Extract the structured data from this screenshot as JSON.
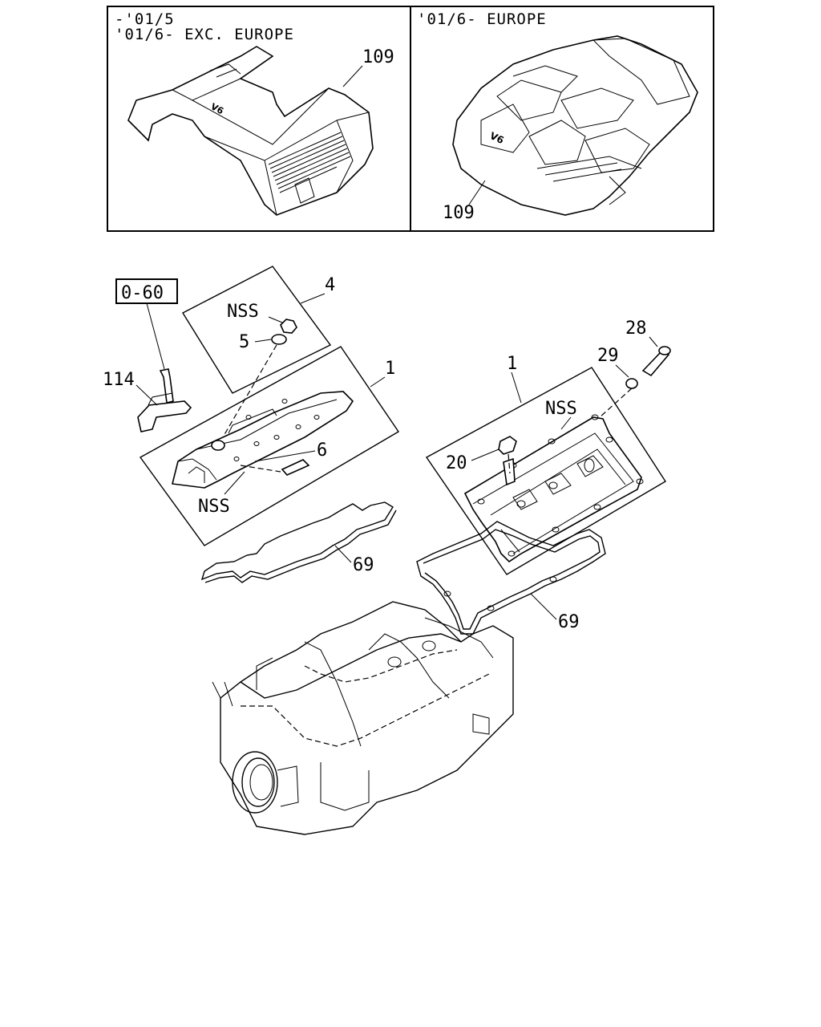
{
  "top_left_panel": {
    "line1": "-'01/5",
    "line2": "'01/6- EXC. EUROPE",
    "callout": "109"
  },
  "top_right_panel": {
    "line1": "'01/6- EUROPE",
    "callout": "109"
  },
  "reference_box": "0-60",
  "callouts": {
    "c114": "114",
    "c4": "4",
    "nss_cap": "NSS",
    "c5": "5",
    "c1_left": "1",
    "c6": "6",
    "nss_left": "NSS",
    "c69_left": "69",
    "c28": "28",
    "c29": "29",
    "c1_right": "1",
    "nss_right": "NSS",
    "c20": "20",
    "c69_right": "69"
  },
  "emblem_text": "V6"
}
